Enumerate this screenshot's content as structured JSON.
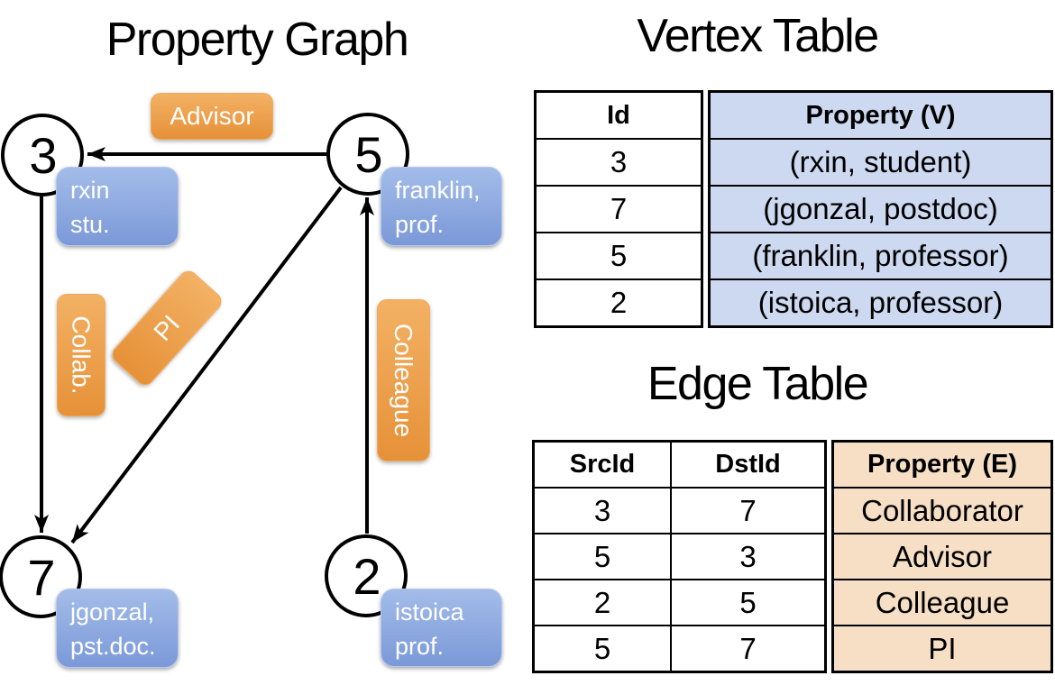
{
  "graph": {
    "title": "Property Graph",
    "nodes": [
      {
        "id": "3",
        "property": {
          "line1": "rxin",
          "line2": "stu."
        }
      },
      {
        "id": "5",
        "property": {
          "line1": "franklin,",
          "line2": "prof."
        }
      },
      {
        "id": "7",
        "property": {
          "line1": "jgonzal,",
          "line2": "pst.doc."
        }
      },
      {
        "id": "2",
        "property": {
          "line1": "istoica",
          "line2": "prof."
        }
      }
    ],
    "edge_labels": {
      "advisor": "Advisor",
      "collab": "Collab.",
      "pi": "PI",
      "colleague": "Colleague"
    }
  },
  "vertex_table": {
    "title": "Vertex Table",
    "headers": {
      "id": "Id",
      "property": "Property (V)"
    },
    "rows": [
      {
        "id": "3",
        "property": "(rxin, student)"
      },
      {
        "id": "7",
        "property": "(jgonzal, postdoc)"
      },
      {
        "id": "5",
        "property": "(franklin, professor)"
      },
      {
        "id": "2",
        "property": "(istoica, professor)"
      }
    ]
  },
  "edge_table": {
    "title": "Edge Table",
    "headers": {
      "src": "SrcId",
      "dst": "DstId",
      "property": "Property (E)"
    },
    "rows": [
      {
        "src": "3",
        "dst": "7",
        "property": "Collaborator"
      },
      {
        "src": "5",
        "dst": "3",
        "property": "Advisor"
      },
      {
        "src": "2",
        "dst": "5",
        "property": "Colleague"
      },
      {
        "src": "5",
        "dst": "7",
        "property": "PI"
      }
    ]
  },
  "colors": {
    "edge_label_orange": "#EDA04B",
    "vertex_property_blue": "#84A0DB",
    "vertex_table_fill": "#CDD9F0",
    "edge_table_fill": "#F6DFC5",
    "graph_line": "#000000"
  }
}
